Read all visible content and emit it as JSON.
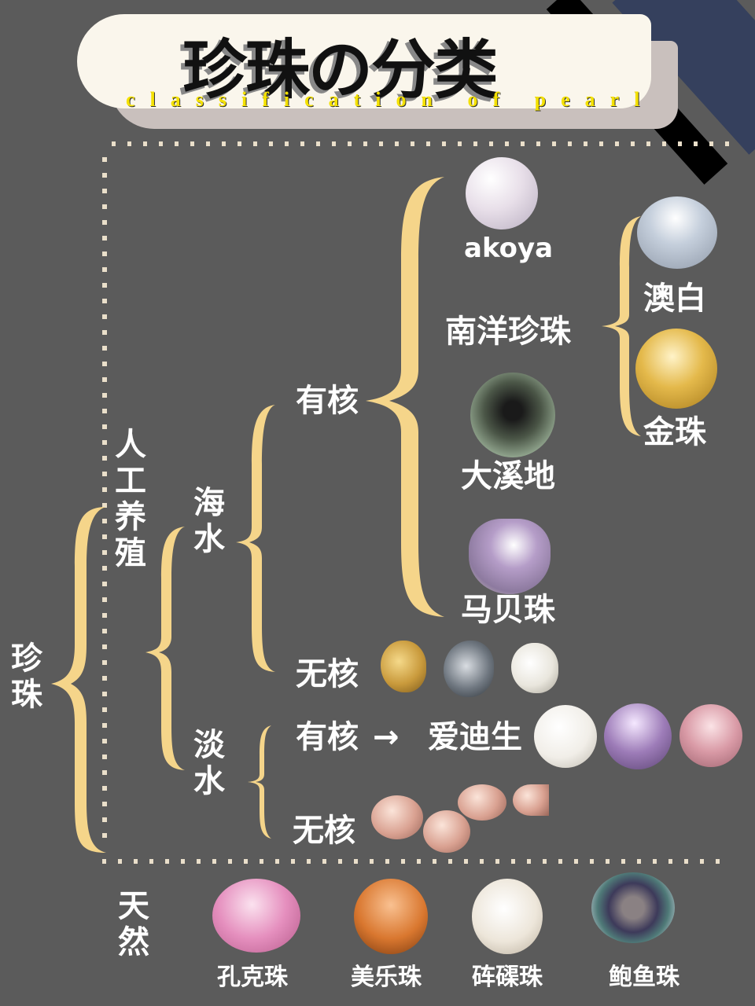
{
  "header": {
    "title": "珍珠の分类",
    "subtitle": "classification of pearl"
  },
  "root": {
    "label": "珍珠"
  },
  "cultured": {
    "label": "人工养殖",
    "seawater": {
      "label": "海水",
      "nucleated": {
        "label": "有核",
        "items": [
          {
            "label": "akoya",
            "color": "#e9e3ea"
          },
          {
            "label": "南洋珍珠",
            "sub": [
              {
                "label": "澳白",
                "color": "#c9d2de"
              },
              {
                "label": "金珠",
                "color": "#e3b84a"
              }
            ]
          },
          {
            "label": "大溪地",
            "color": "#3f4a3c"
          },
          {
            "label": "马贝珠",
            "color": "#b9a3c4"
          }
        ]
      },
      "non_nucleated": {
        "label": "无核",
        "colors": [
          "#c99a3c",
          "#6f7780",
          "#e9e6dd"
        ]
      }
    },
    "freshwater": {
      "label": "淡水",
      "nucleated": {
        "label": "有核",
        "arrow": "→",
        "target": "爱迪生",
        "colors": [
          "#f3f1ec",
          "#9d7cb8",
          "#d99aa6"
        ]
      },
      "non_nucleated": {
        "label": "无核",
        "colors": [
          "#d9a191",
          "#d9a191",
          "#d9a191",
          "#d9a191"
        ]
      }
    }
  },
  "natural": {
    "label": "天然",
    "items": [
      {
        "label": "孔克珠",
        "color": "#e58fbe"
      },
      {
        "label": "美乐珠",
        "color": "#d9772f"
      },
      {
        "label": "砗磲珠",
        "color": "#ede6da"
      },
      {
        "label": "鲍鱼珠",
        "color": "#4d5a66"
      }
    ]
  },
  "colors": {
    "background": "#5b5b5b",
    "brace": "#f5d58a",
    "title_bg": "#faf6ec",
    "subtitle": "#f4e100"
  }
}
